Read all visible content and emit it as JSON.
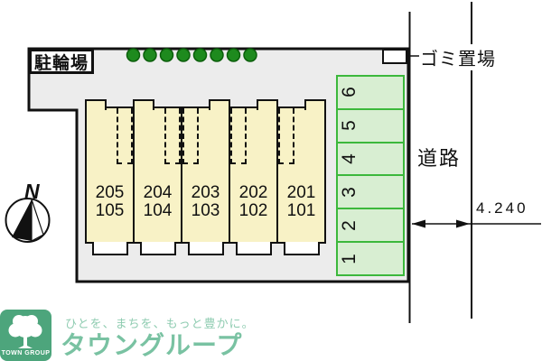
{
  "plan": {
    "bike_area_label": "駐輪場",
    "garbage_label": "ゴミ置場",
    "road_label": "道路",
    "dimension_label": "4.240",
    "compass_label": "N",
    "trees_count": 8,
    "building": {
      "units": [
        {
          "upper": "205",
          "lower": "105"
        },
        {
          "upper": "204",
          "lower": "104"
        },
        {
          "upper": "203",
          "lower": "103"
        },
        {
          "upper": "202",
          "lower": "102"
        },
        {
          "upper": "201",
          "lower": "101"
        }
      ]
    },
    "parking": {
      "spaces": [
        "6",
        "5",
        "4",
        "3",
        "2",
        "1"
      ]
    },
    "colors": {
      "site_fill": "#ececec",
      "building_fill": "#f8f2c6",
      "parking_fill": "#d8eed2",
      "parking_border": "#3cb83c",
      "tree_green": "#1e8a1e",
      "logo_green": "#4da57c",
      "brand_text_green": "#79c2a2",
      "tagline_green": "#8fccb1"
    }
  },
  "footer": {
    "logo_text": "TOWN GROUP",
    "tagline": "ひとを、まちを、もっと豊かに。",
    "brand": "タウングループ"
  }
}
